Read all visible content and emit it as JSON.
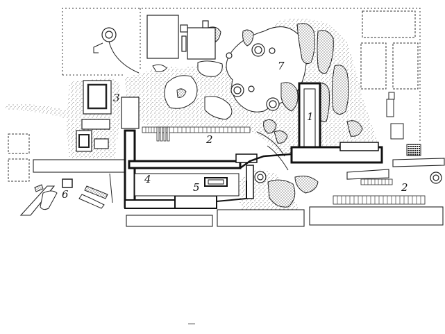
{
  "plan": {
    "labels": {
      "l1": "1",
      "l2a": "2",
      "l2b": "2",
      "l3": "3",
      "l4": "4",
      "l5": "5",
      "l6": "6",
      "l7": "7"
    }
  },
  "footer": {
    "mark": ""
  }
}
